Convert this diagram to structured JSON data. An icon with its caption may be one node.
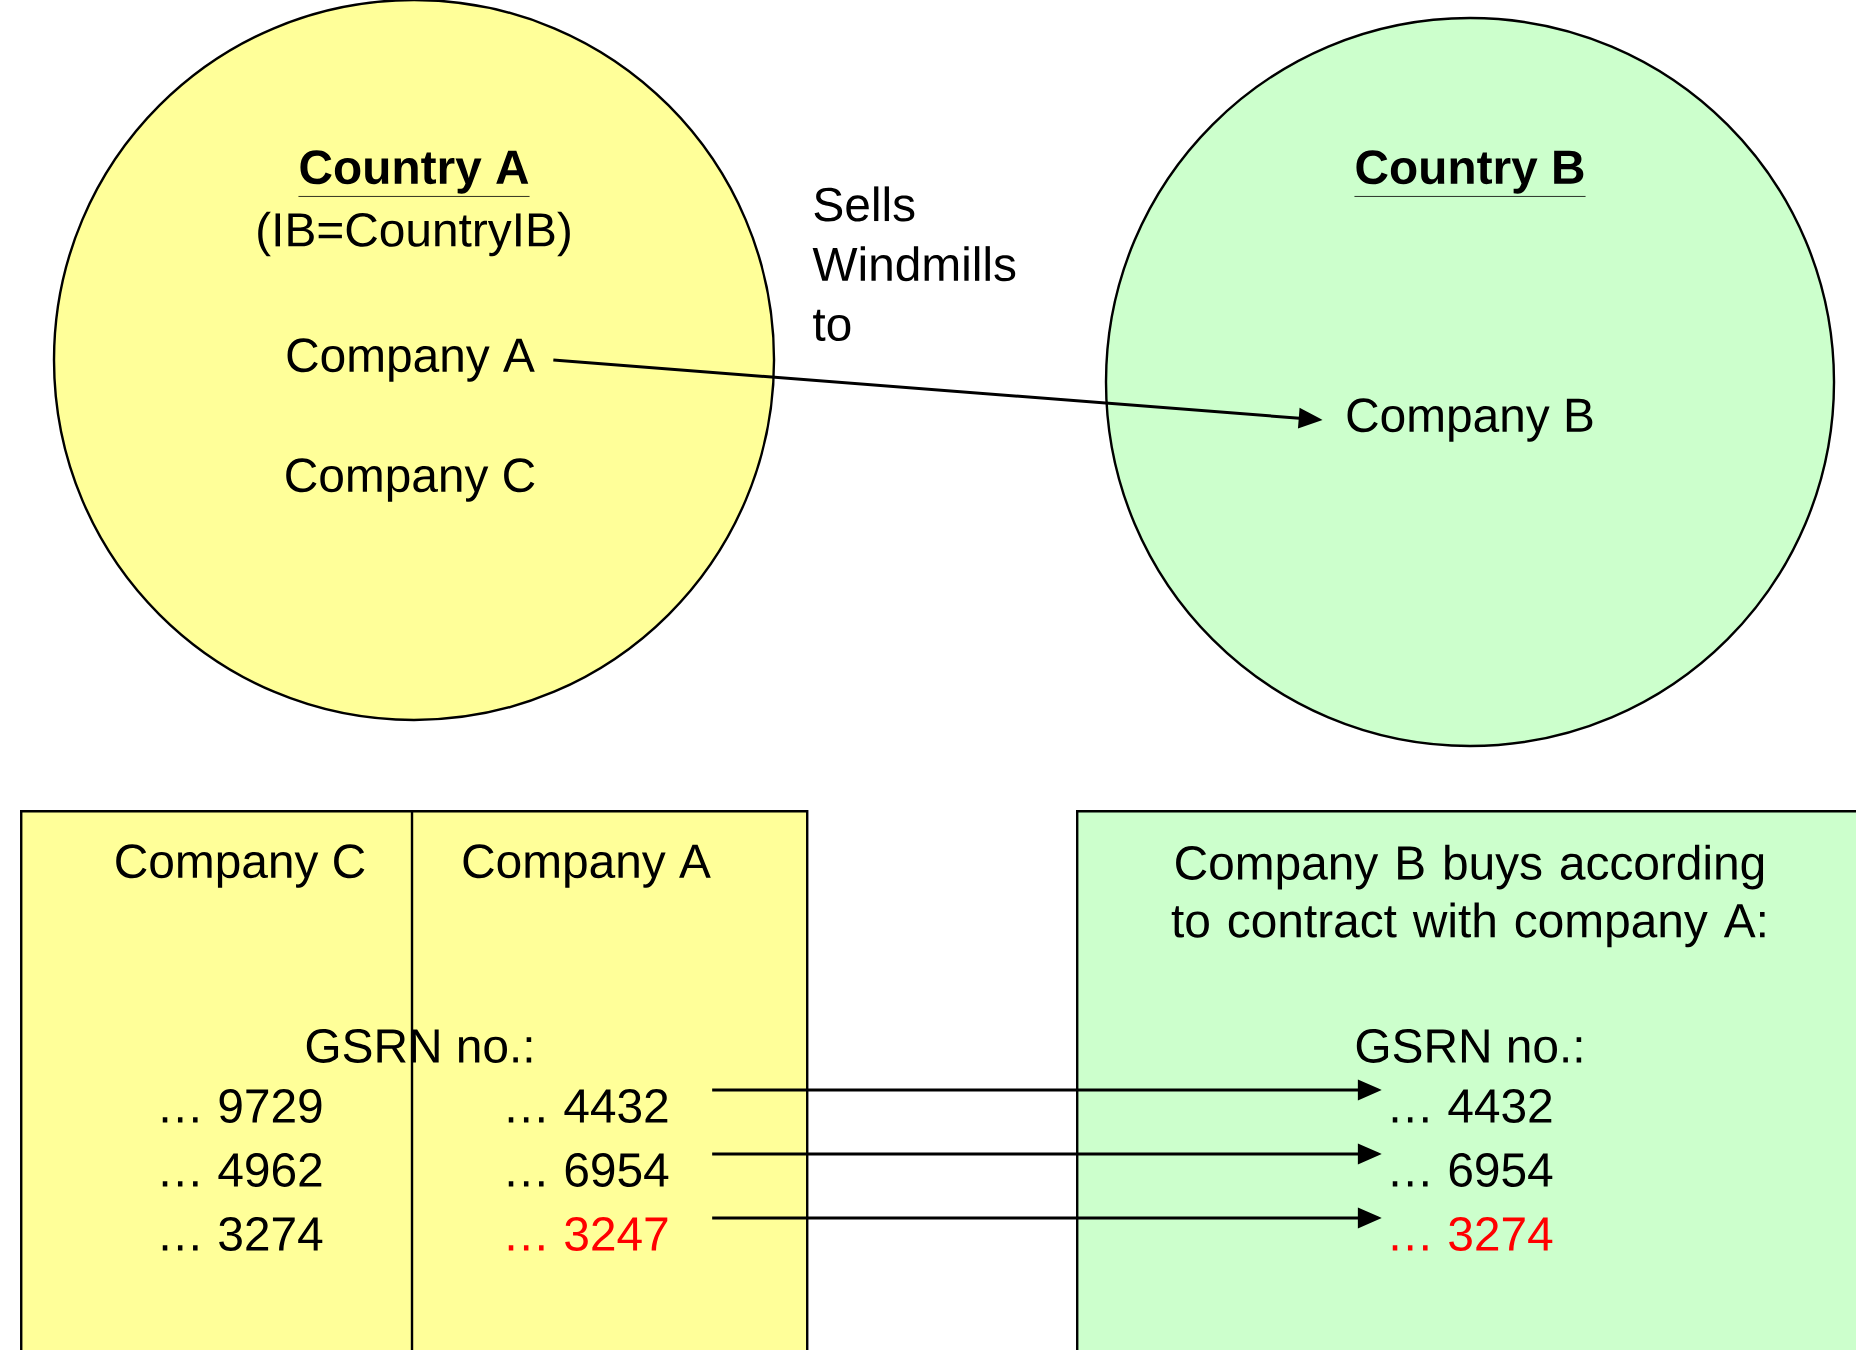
{
  "diagram": {
    "nodes": [
      {
        "text": [
          "Country A",
          "(IB=CountryIB)"
        ]
      },
      {
        "text": [
          "Company A"
        ],
        "in": 0
      },
      {
        "text": [
          "Company C"
        ],
        "in": 0
      },
      {
        "text": [
          "Country B"
        ]
      },
      {
        "text": [
          "Company B"
        ],
        "in": 3
      },
      {
        "text": [
          "Company C",
          "Company A",
          "GSRN no.:",
          "… 9729",
          "… 4962",
          "… 3274"
        ]
      },
      {
        "text": [
          "… 4432"
        ],
        "in": 5
      },
      {
        "text": [
          "… 6954"
        ],
        "in": 5
      },
      {
        "text": [
          "… 3247"
        ],
        "in": 5
      },
      {
        "text": [
          "Company B buys according to contract with company A:",
          "GSRN no.:"
        ]
      },
      {
        "text": [
          "… 4432"
        ],
        "in": 9
      },
      {
        "text": [
          "… 6954"
        ],
        "in": 9
      },
      {
        "text": [
          "… 3274"
        ],
        "in": 9
      }
    ],
    "edges": [
      {
        "from": 1,
        "to": 4,
        "arrow": "to",
        "label": "Sells Windmills to"
      },
      {
        "from": 6,
        "to": 10,
        "arrow": "to"
      },
      {
        "from": 7,
        "to": 11,
        "arrow": "to"
      },
      {
        "from": 8,
        "to": 12,
        "arrow": "to"
      }
    ]
  }
}
